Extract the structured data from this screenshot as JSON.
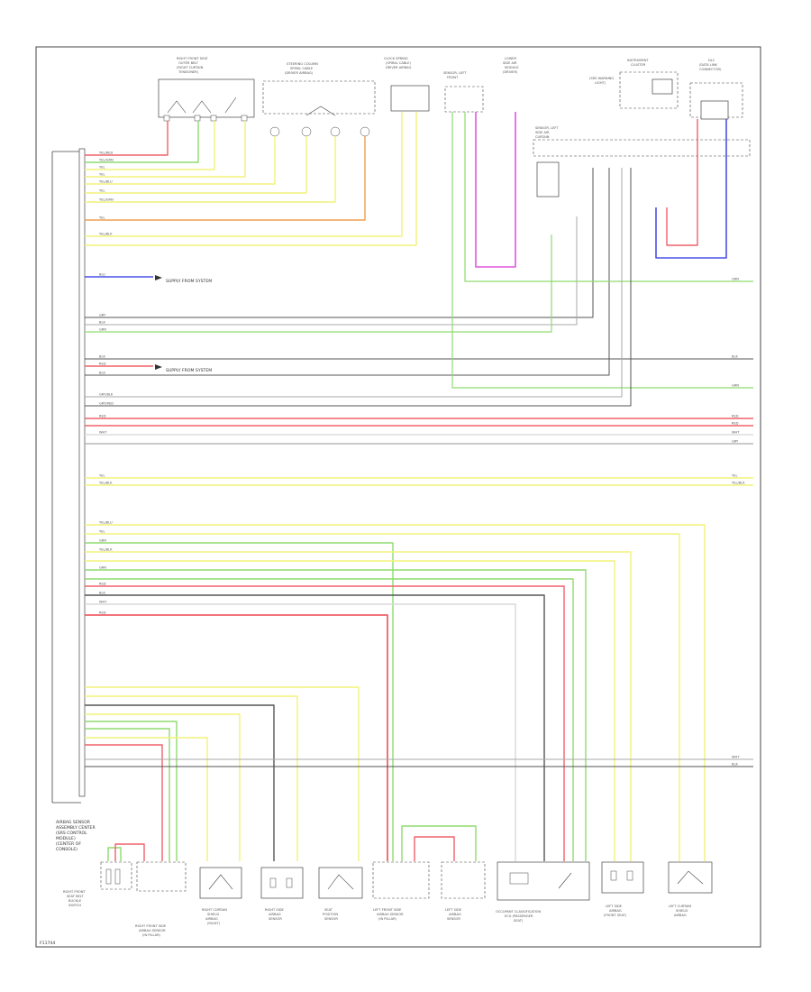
{
  "diagram": {
    "footer_code": "F11744",
    "module_caption_lines": [
      "AIRBAG SENSOR",
      "ASSEMBLY CENTER",
      "(SRS CONTROL",
      "MODULE)",
      "(CENTER OF",
      "CONSOLE)"
    ],
    "wire_colors": {
      "YEL": "#f2f27a",
      "GRN": "#8fdc6e",
      "RED": "#f0606a",
      "BLU": "#4a50e8",
      "PNK": "#e058e0",
      "ORG": "#f0a050",
      "BLK": "#555555",
      "GRY": "#aaaaaa",
      "WHT": "#d8d8d8"
    },
    "top_components": [
      {
        "id": "c1",
        "lines": [
          "RIGHT FRONT SEAT",
          "OUTER BELT",
          "(RIGHT CURTAIN",
          "TENSIONER)"
        ]
      },
      {
        "id": "c2",
        "lines": [
          "STEERING COLUMN",
          "SPIRAL CABLE",
          "(DRIVER AIRBAG)"
        ]
      },
      {
        "id": "c3",
        "lines": [
          "CLOCK SPRING",
          "(SPIRAL CABLE)",
          "DRIVER AIRBAG"
        ]
      },
      {
        "id": "c4",
        "lines": [
          "SENSOR, LEFT",
          "FRONT"
        ]
      },
      {
        "id": "c5",
        "lines": [
          "LOWER",
          "SIDE AIR",
          "MODULE",
          "(DRIVER)"
        ]
      },
      {
        "id": "c6",
        "lines": [
          "SENSOR, LEFT",
          "SIDE AIR",
          "CURTAIN"
        ]
      },
      {
        "id": "c7",
        "lines": [
          "INSTRUMENT",
          "CLUSTER",
          "(SRS WARNING",
          "LIGHT)"
        ]
      },
      {
        "id": "c8",
        "lines": [
          "DLC",
          "(DATA LINK",
          "CONNECTOR)"
        ]
      }
    ],
    "bottom_components": [
      {
        "id": "b1",
        "lines": [
          "RIGHT FRONT",
          "SEAT BELT",
          "BUCKLE",
          "SWITCH"
        ]
      },
      {
        "id": "b2",
        "lines": [
          "RIGHT FRONT SIDE",
          "AIRBAG SENSOR",
          "(IN PILLAR)"
        ]
      },
      {
        "id": "b3",
        "lines": [
          "RIGHT CURTAIN",
          "SHIELD",
          "AIRBAG",
          "(RIGHT)"
        ]
      },
      {
        "id": "b4",
        "lines": [
          "RIGHT SIDE",
          "AIRBAG",
          "SENSOR"
        ]
      },
      {
        "id": "b5",
        "lines": [
          "SEAT",
          "POSITION",
          "SENSOR"
        ]
      },
      {
        "id": "b6",
        "lines": [
          "LEFT FRONT SIDE",
          "AIRBAG SENSOR",
          "(IN PILLAR)"
        ]
      },
      {
        "id": "b7",
        "lines": [
          "LEFT SIDE",
          "AIRBAG",
          "SENSOR"
        ]
      },
      {
        "id": "b8",
        "lines": [
          "OCCUPANT CLASSIFICATION",
          "ECU (PASSENGER",
          "SEAT)"
        ]
      },
      {
        "id": "b9",
        "lines": [
          "LEFT SIDE",
          "AIRBAG",
          "(FRONT SEAT)"
        ]
      },
      {
        "id": "b10",
        "lines": [
          "LEFT CURTAIN",
          "SHIELD",
          "AIRBAG"
        ]
      }
    ],
    "row_labels": [
      "YEL/RED",
      "YEL/GRN",
      "YEL",
      "YEL",
      "YEL/BLU",
      "YEL",
      "YEL/GRN",
      "YEL",
      "YEL/BLK",
      "BLU",
      "GRY",
      "BLK",
      "GRN",
      "BLK",
      "RED",
      "BLK",
      "GRY/BLK",
      "GRY/RED",
      "RED",
      "WHT",
      "YEL",
      "YEL/BLK",
      "YEL/BLU",
      "YEL",
      "GRN",
      "YEL/BLK",
      "GRN",
      "RED",
      "BLK",
      "WHT",
      "RED"
    ],
    "side_notes": [
      "SUPPLY FROM SYSTEM",
      "SUPPLY FROM SYSTEM"
    ],
    "right_labels": [
      "GRN",
      "BLK",
      "GRN",
      "RED",
      "RED",
      "WHT",
      "GRY",
      "YEL",
      "YEL/BLK",
      "WHT",
      "BLK"
    ]
  }
}
